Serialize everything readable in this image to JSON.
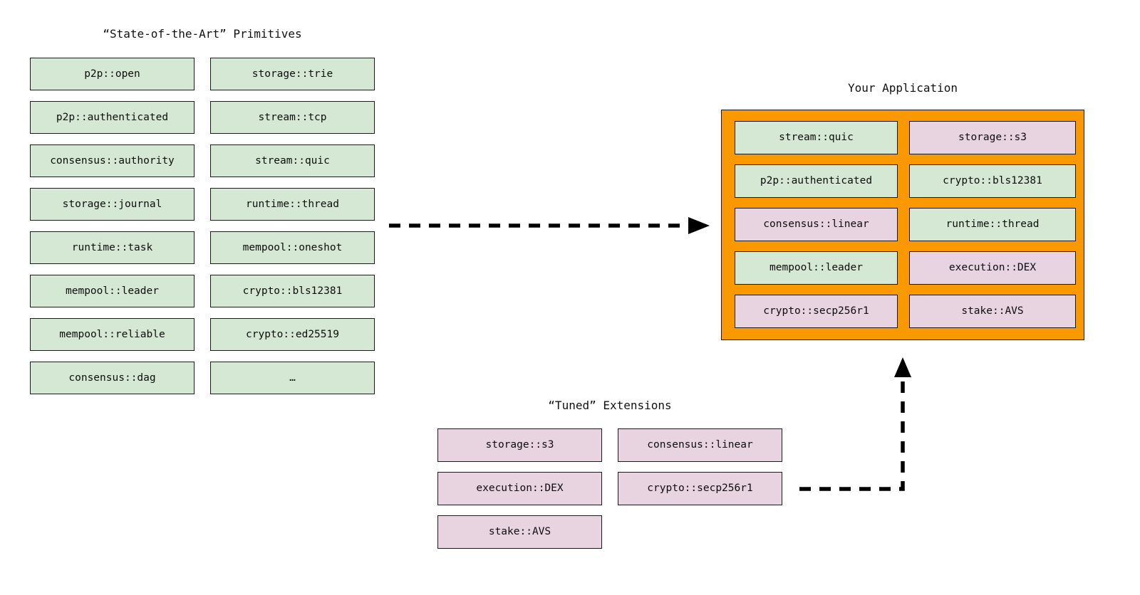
{
  "diagram": {
    "title_primitives": "“State-of-the-Art” Primitives",
    "title_application": "Your Application",
    "title_extensions": "“Tuned” Extensions"
  },
  "colors": {
    "primitive_green": "#d5e8d4",
    "extension_pink": "#e8d3e0",
    "application_orange": "#fa9800",
    "outline": "#1a1a1a",
    "background": "#ffffff"
  },
  "primitives": {
    "column_a": [
      {
        "label": "p2p::open",
        "kind": "green"
      },
      {
        "label": "p2p::authenticated",
        "kind": "green"
      },
      {
        "label": "consensus::authority",
        "kind": "green"
      },
      {
        "label": "storage::journal",
        "kind": "green"
      },
      {
        "label": "runtime::task",
        "kind": "green"
      },
      {
        "label": "mempool::leader",
        "kind": "green"
      },
      {
        "label": "mempool::reliable",
        "kind": "green"
      },
      {
        "label": "consensus::dag",
        "kind": "green"
      }
    ],
    "column_b": [
      {
        "label": "storage::trie",
        "kind": "green"
      },
      {
        "label": "stream::tcp",
        "kind": "green"
      },
      {
        "label": "stream::quic",
        "kind": "green"
      },
      {
        "label": "runtime::thread",
        "kind": "green"
      },
      {
        "label": "mempool::oneshot",
        "kind": "green"
      },
      {
        "label": "crypto::bls12381",
        "kind": "green"
      },
      {
        "label": "crypto::ed25519",
        "kind": "green"
      },
      {
        "label": "…",
        "kind": "green"
      }
    ]
  },
  "application": {
    "column_a": [
      {
        "label": "stream::quic",
        "kind": "green"
      },
      {
        "label": "p2p::authenticated",
        "kind": "green"
      },
      {
        "label": "consensus::linear",
        "kind": "pink"
      },
      {
        "label": "mempool::leader",
        "kind": "green"
      },
      {
        "label": "crypto::secp256r1",
        "kind": "pink"
      }
    ],
    "column_b": [
      {
        "label": "storage::s3",
        "kind": "pink"
      },
      {
        "label": "crypto::bls12381",
        "kind": "green"
      },
      {
        "label": "runtime::thread",
        "kind": "green"
      },
      {
        "label": "execution::DEX",
        "kind": "pink"
      },
      {
        "label": "stake::AVS",
        "kind": "pink"
      }
    ]
  },
  "extensions": {
    "column_a": [
      {
        "label": "storage::s3",
        "kind": "pink"
      },
      {
        "label": "execution::DEX",
        "kind": "pink"
      },
      {
        "label": "stake::AVS",
        "kind": "pink"
      }
    ],
    "column_b": [
      {
        "label": "consensus::linear",
        "kind": "pink"
      },
      {
        "label": "crypto::secp256r1",
        "kind": "pink"
      }
    ]
  },
  "arrows": [
    {
      "name": "primitives-to-application",
      "style": "dashed",
      "direction": "right"
    },
    {
      "name": "extensions-to-application",
      "style": "dashed",
      "direction": "up"
    }
  ]
}
